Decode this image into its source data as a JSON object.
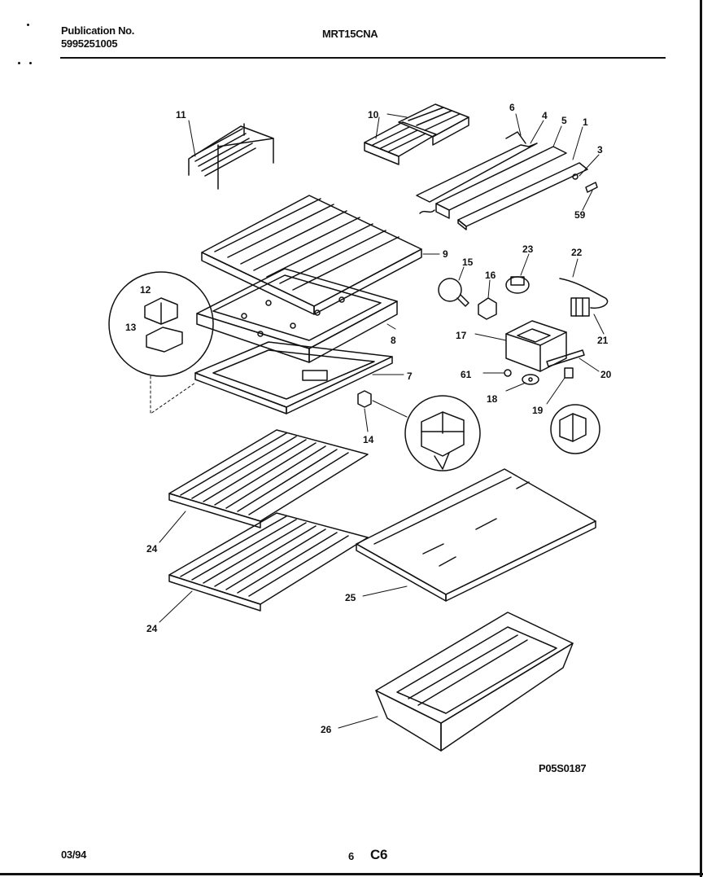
{
  "header": {
    "publication_label": "Publication No.",
    "publication_number": "5995251005",
    "model": "MRT15CNA"
  },
  "footer": {
    "date": "03/94",
    "page_number": "6",
    "section": "C6"
  },
  "figure_code": "P05S0187",
  "callouts": [
    "1",
    "3",
    "4",
    "5",
    "6",
    "7",
    "8",
    "9",
    "10",
    "11",
    "12",
    "13",
    "14",
    "15",
    "16",
    "17",
    "18",
    "19",
    "20",
    "21",
    "22",
    "23",
    "24",
    "24",
    "25",
    "26",
    "59",
    "61"
  ]
}
